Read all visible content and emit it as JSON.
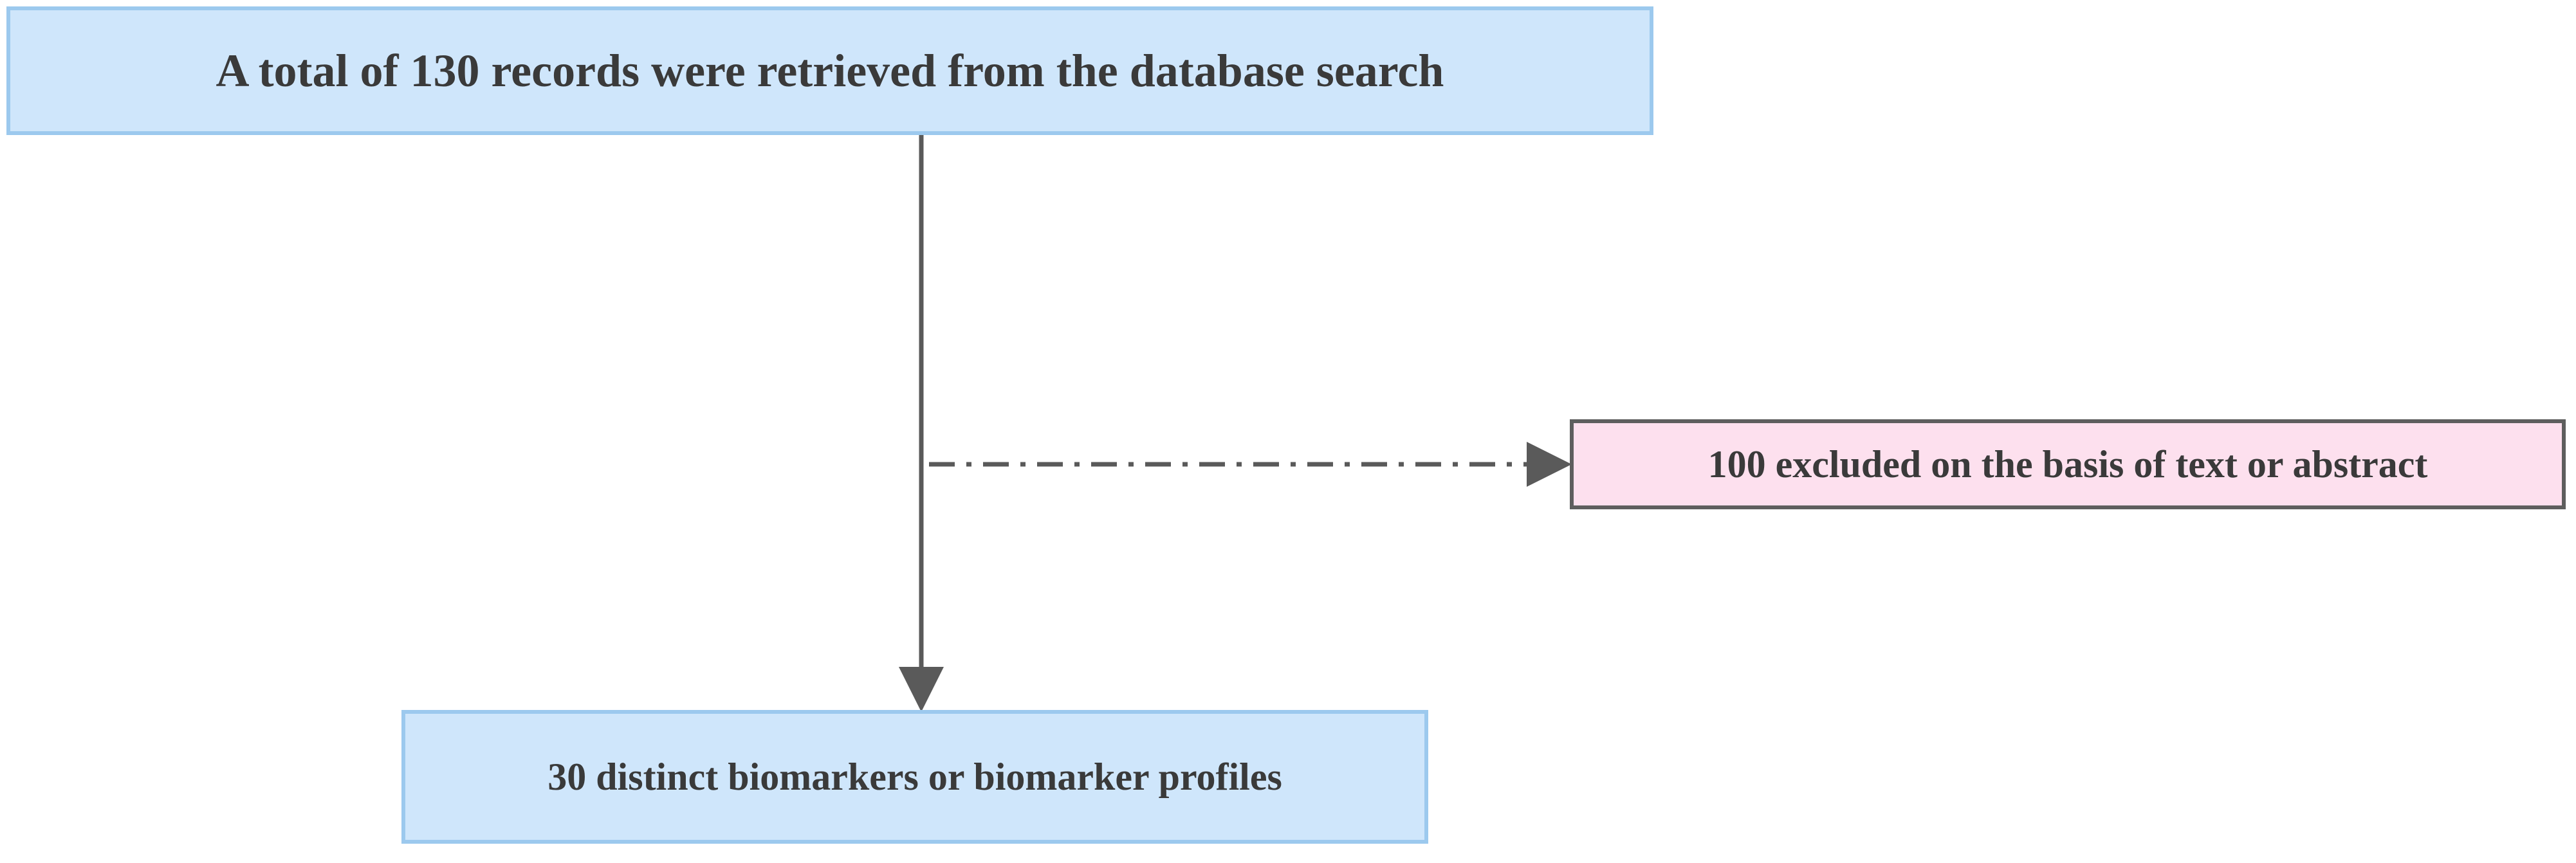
{
  "flowchart": {
    "records_box": "A total of 130 records were retrieved from the database search",
    "excluded_box": "100 excluded on the basis of text or abstract",
    "result_box": "30 distinct biomarkers or biomarker profiles"
  },
  "colors": {
    "blue_fill": "#cfe6fb",
    "blue_border": "#9cc9ee",
    "pink_fill": "#fde0ee",
    "pink_border": "#5e5e5e",
    "arrow": "#5a5a5a"
  }
}
